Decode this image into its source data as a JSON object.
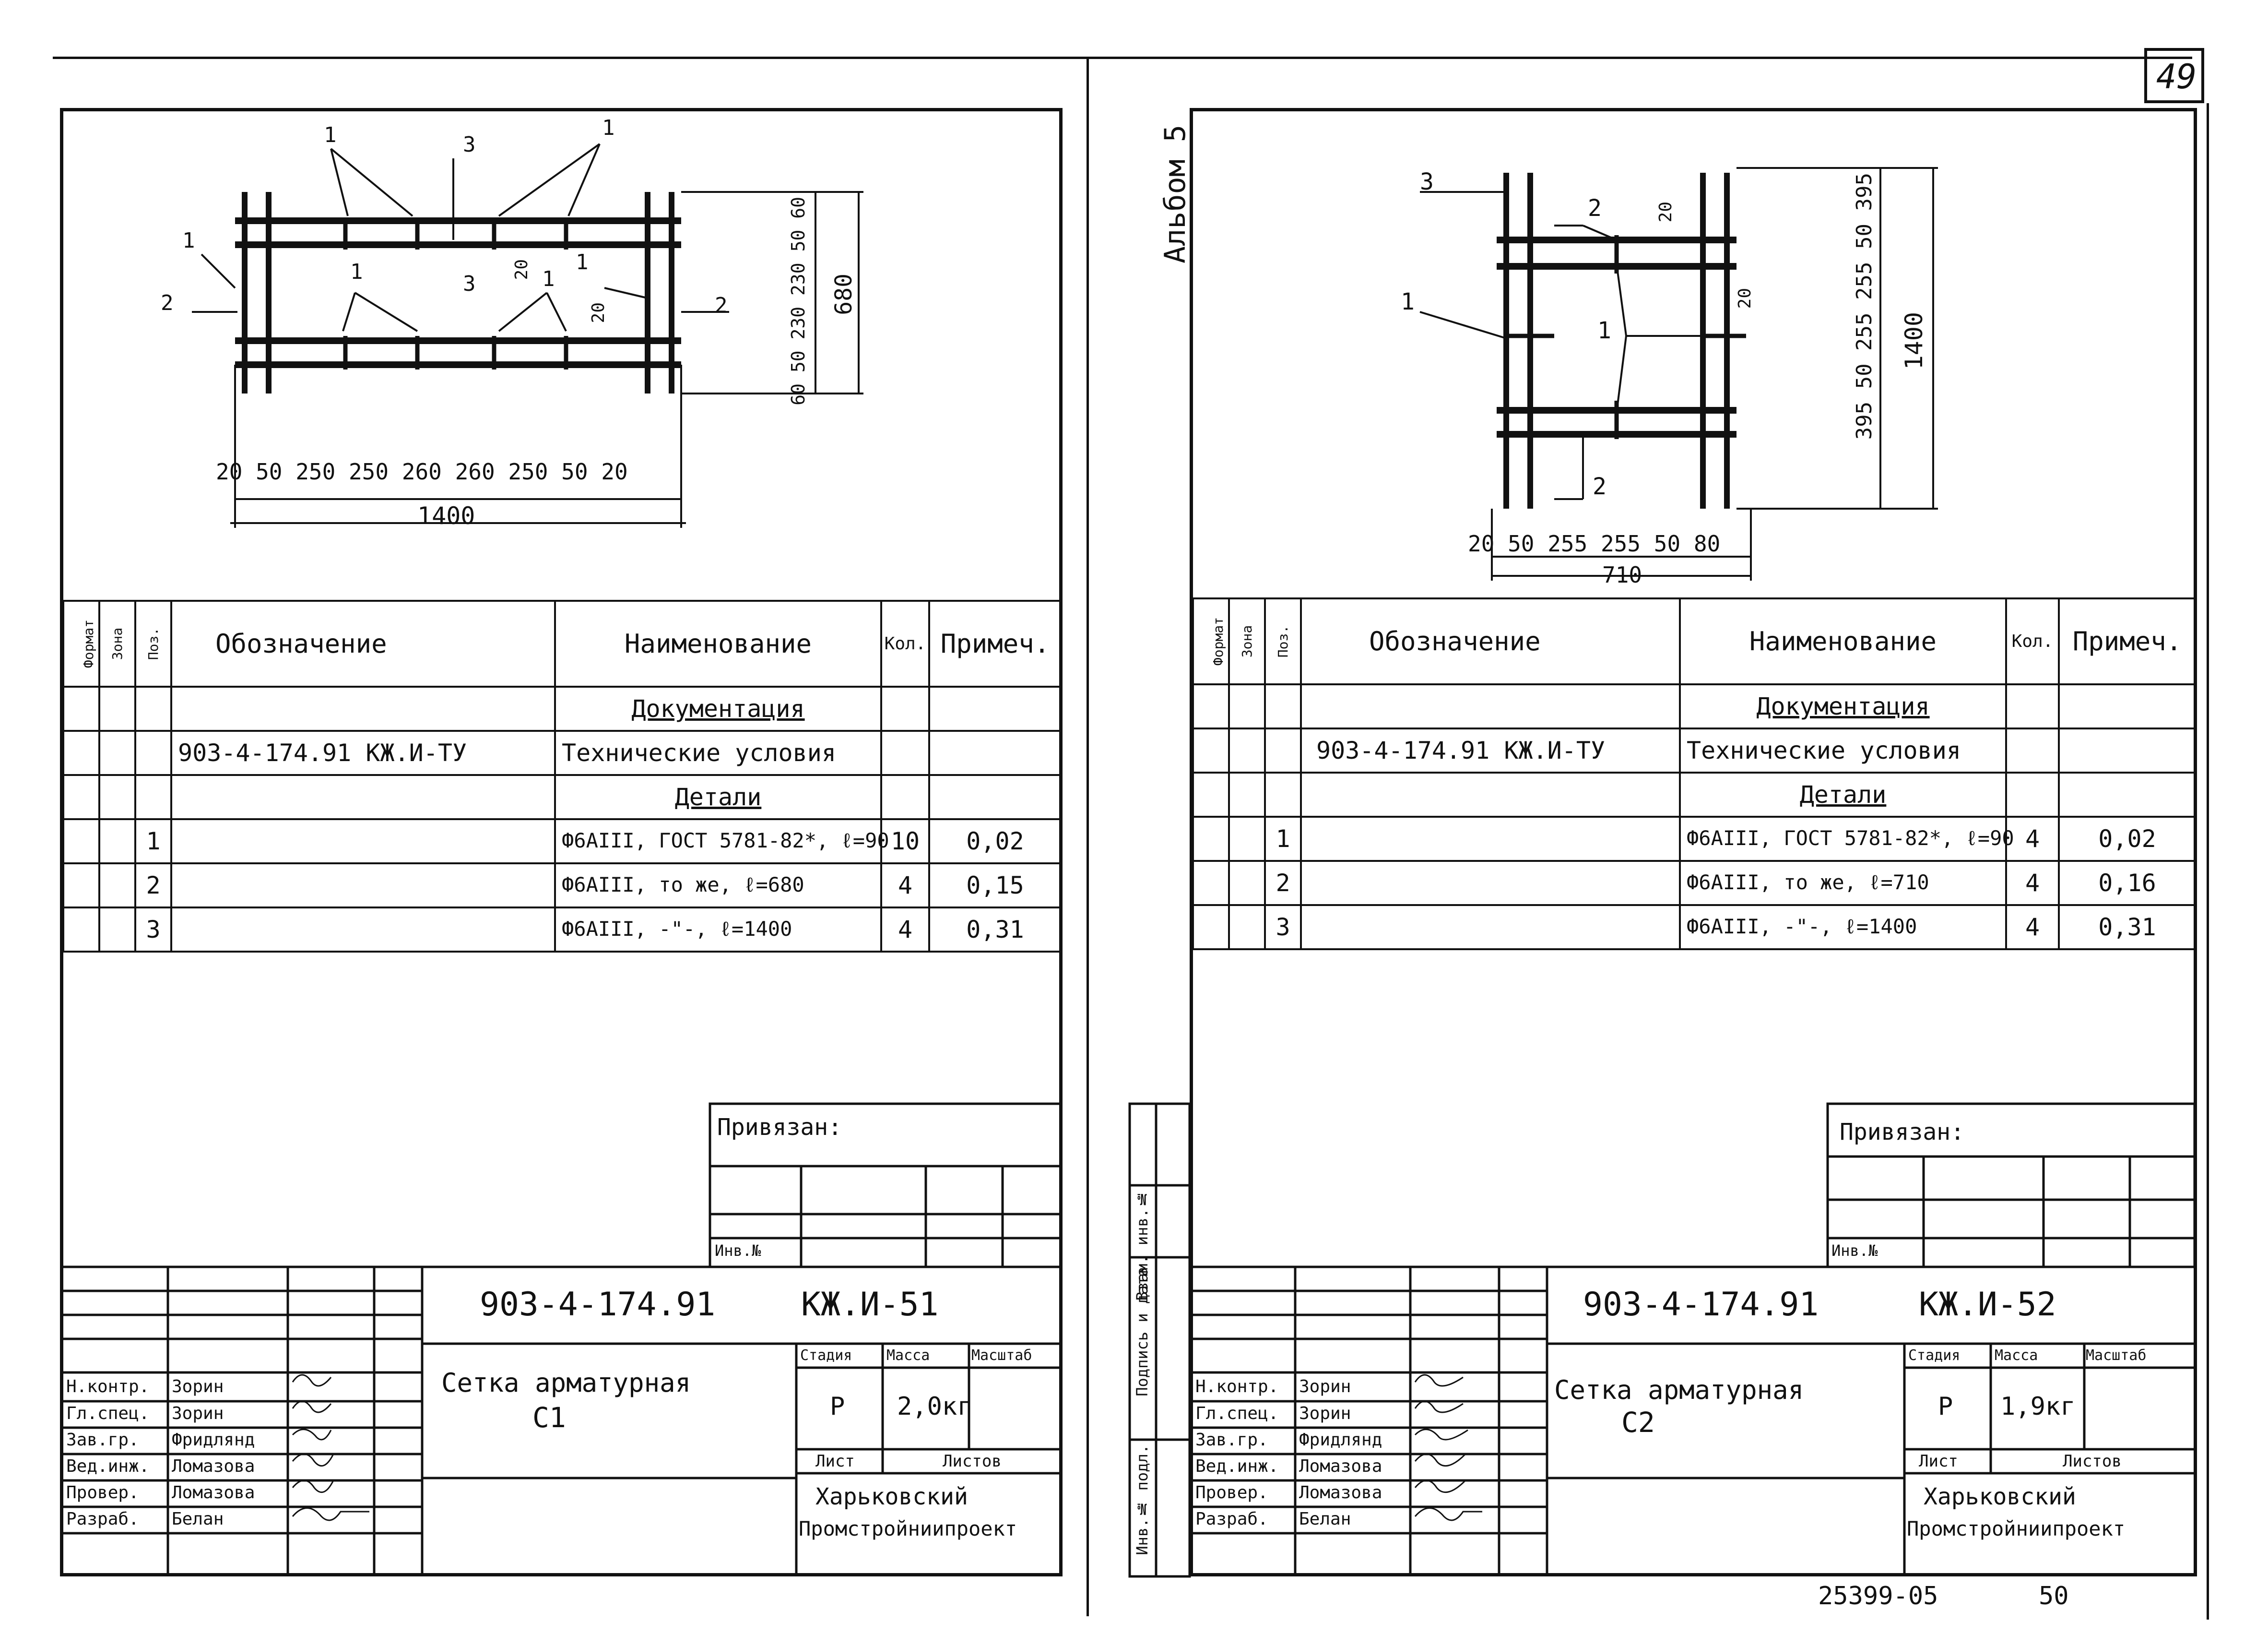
{
  "page_number": "49",
  "album": "Альбом 5",
  "bottom_code": "25399-05",
  "bottom_page": "50",
  "header_cols": {
    "format": "Формат",
    "zone": "Зона",
    "pos": "Поз.",
    "designation": "Обозначение",
    "name": "Наименование",
    "qty": "Кол.",
    "note": "Примеч."
  },
  "left_sheet": {
    "drawing": {
      "dims_bottom": [
        "20",
        "50",
        "250",
        "250",
        "260",
        "260",
        "250",
        "50",
        "20"
      ],
      "total_width": "1400",
      "dims_right": [
        "60",
        "50",
        "230",
        "230",
        "50",
        "60"
      ],
      "total_height": "680",
      "callouts": [
        "1",
        "1",
        "3",
        "1",
        "1",
        "2",
        "2",
        "1",
        "3",
        "1",
        "1",
        "20",
        "20",
        "20"
      ]
    },
    "spec_rows": [
      {
        "pos": "",
        "designation": "",
        "name": "Документация",
        "qty": "",
        "note": "",
        "section": true
      },
      {
        "pos": "",
        "designation": "903-4-174.91   КЖ.И-ТУ",
        "name": "Технические условия",
        "qty": "",
        "note": ""
      },
      {
        "pos": "",
        "designation": "",
        "name": "Детали",
        "qty": "",
        "note": "",
        "section": true
      },
      {
        "pos": "1",
        "designation": "",
        "name": "Ф6АIII, ГОСТ 5781-82*, ℓ=90",
        "qty": "10",
        "note": "0,02"
      },
      {
        "pos": "2",
        "designation": "",
        "name": "Ф6АIII, то же, ℓ=680",
        "qty": "4",
        "note": "0,15"
      },
      {
        "pos": "3",
        "designation": "",
        "name": "Ф6АIII, -\"-, ℓ=1400",
        "qty": "4",
        "note": "0,31"
      }
    ],
    "privyazan": "Привязан:",
    "inv_no": "Инв.№",
    "code": "903-4-174.91",
    "sheet_code": "КЖ.И-51",
    "title_line1": "Сетка арматурная",
    "title_line2": "С1",
    "stage_label": "Стадия",
    "mass_label": "Масса",
    "scale_label": "Масштаб",
    "stage": "Р",
    "mass": "2,0кг",
    "list_label": "Лист",
    "lists_label": "Листов",
    "org_line1": "Харьковский",
    "org_line2": "Промстройниипроект",
    "people": [
      {
        "role": "Н.контр.",
        "name": "Зорин"
      },
      {
        "role": "Гл.спец.",
        "name": "Зорин"
      },
      {
        "role": "Зав.гр.",
        "name": "Фридлянд"
      },
      {
        "role": "Вед.инж.",
        "name": "Ломазова"
      },
      {
        "role": "Провер.",
        "name": "Ломазова"
      },
      {
        "role": "Разраб.",
        "name": "Белан"
      }
    ]
  },
  "right_sheet": {
    "drawing": {
      "dims_bottom": [
        "20",
        "50",
        "255",
        "255",
        "50",
        "80"
      ],
      "total_width": "710",
      "dims_right": [
        "395",
        "50",
        "255",
        "255",
        "50",
        "395"
      ],
      "total_height": "1400",
      "callouts": [
        "3",
        "2",
        "1",
        "1",
        "2",
        "20",
        "20"
      ]
    },
    "spec_rows": [
      {
        "pos": "",
        "designation": "",
        "name": "Документация",
        "qty": "",
        "note": "",
        "section": true
      },
      {
        "pos": "",
        "designation": "903-4-174.91 КЖ.И-ТУ",
        "name": "Технические условия",
        "qty": "",
        "note": ""
      },
      {
        "pos": "",
        "designation": "",
        "name": "Детали",
        "qty": "",
        "note": "",
        "section": true
      },
      {
        "pos": "1",
        "designation": "",
        "name": "Ф6АIII, ГОСТ 5781-82*, ℓ=90",
        "qty": "4",
        "note": "0,02"
      },
      {
        "pos": "2",
        "designation": "",
        "name": "Ф6АIII, то же, ℓ=710",
        "qty": "4",
        "note": "0,16"
      },
      {
        "pos": "3",
        "designation": "",
        "name": "Ф6АIII, -\"-, ℓ=1400",
        "qty": "4",
        "note": "0,31"
      }
    ],
    "privyazan": "Привязан:",
    "inv_no": "Инв.№",
    "code": "903-4-174.91",
    "sheet_code": "КЖ.И-52",
    "title_line1": "Сетка арматурная",
    "title_line2": "С2",
    "stage_label": "Стадия",
    "mass_label": "Масса",
    "scale_label": "Масштаб",
    "stage": "Р",
    "mass": "1,9кг",
    "list_label": "Лист",
    "lists_label": "Листов",
    "org_line1": "Харьковский",
    "org_line2": "Промстройниипроект",
    "people": [
      {
        "role": "Н.контр.",
        "name": "Зорин"
      },
      {
        "role": "Гл.спец.",
        "name": "Зорин"
      },
      {
        "role": "Зав.гр.",
        "name": "Фридлянд"
      },
      {
        "role": "Вед.инж.",
        "name": "Ломазова"
      },
      {
        "role": "Провер.",
        "name": "Ломазова"
      },
      {
        "role": "Разраб.",
        "name": "Белан"
      }
    ],
    "side_stamps": [
      "Инв.№ подл.",
      "Подпись и дата",
      "Взам. инв.№"
    ]
  }
}
